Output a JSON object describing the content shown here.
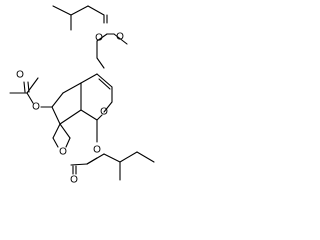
{
  "atoms": {
    "o_ester_top": "O",
    "o_carbonyl_top": "O",
    "o_acetate": "O",
    "o_carbonyl_acetate": "O",
    "o_ring": "O",
    "o_epoxide": "O",
    "o_ester_bottom": "O",
    "o_carbonyl_bottom": "O"
  }
}
